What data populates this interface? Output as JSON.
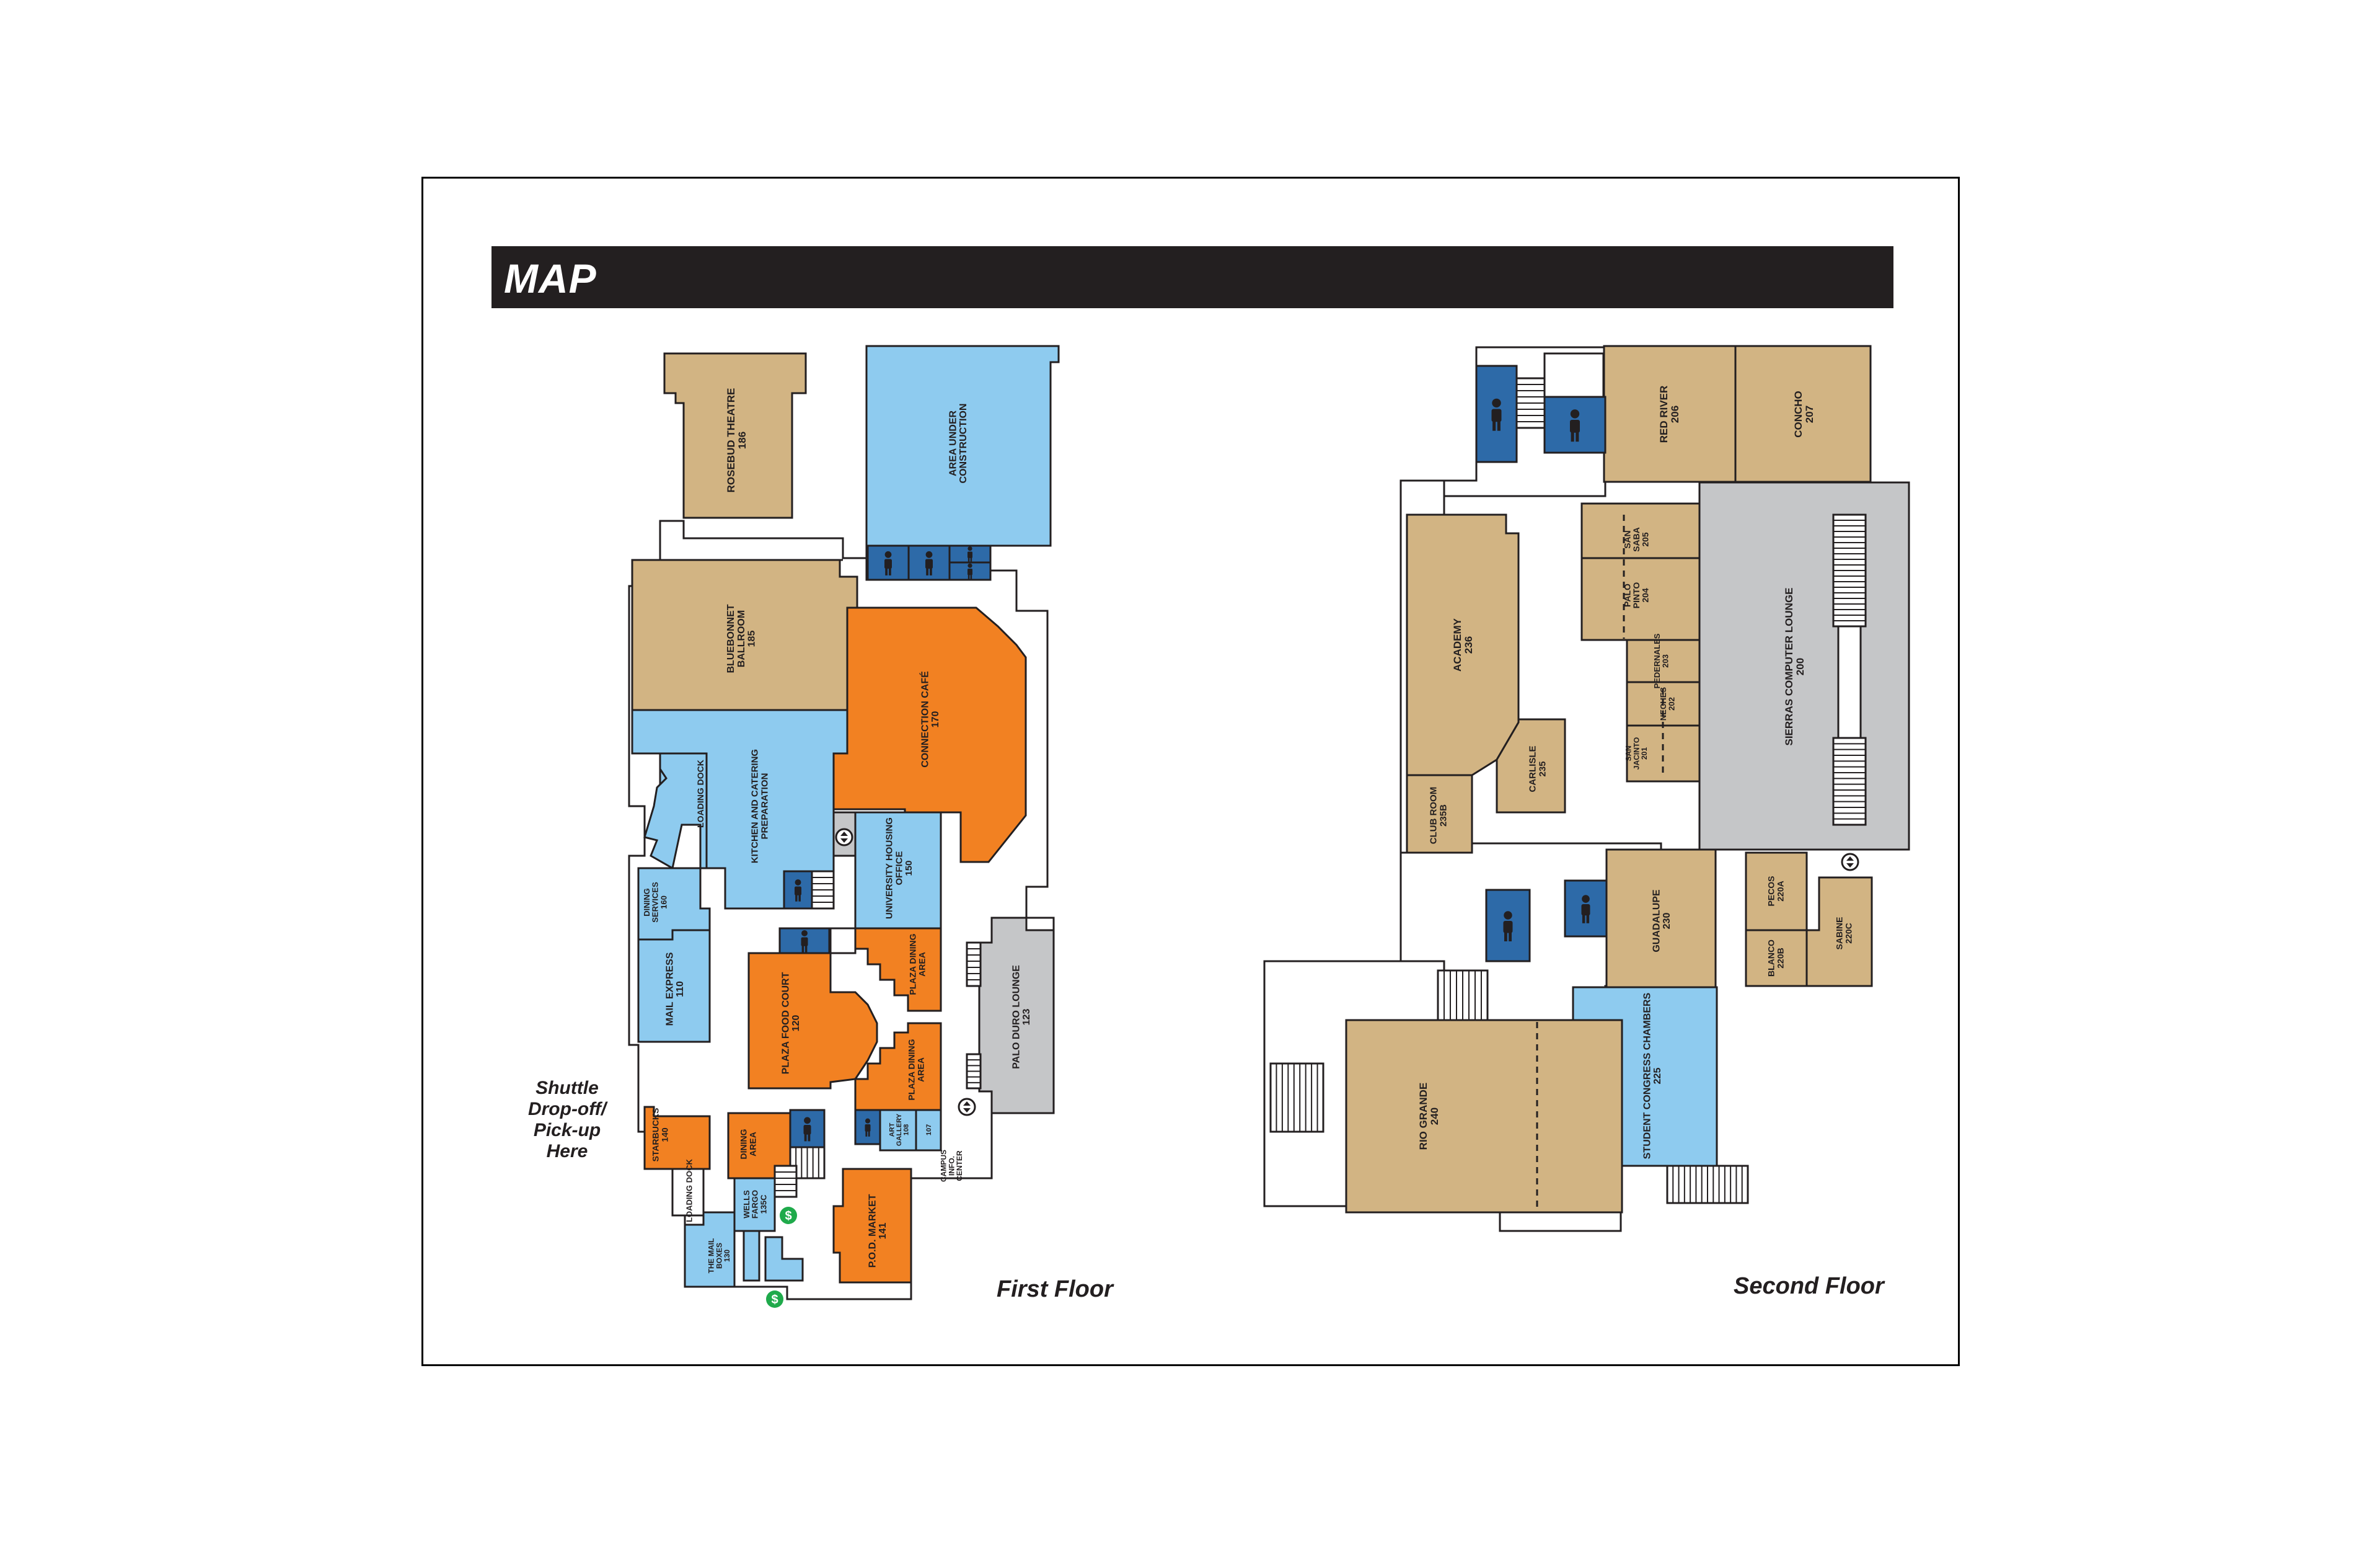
{
  "title": "MAP",
  "colors": {
    "meeting": "#d2b483",
    "service": "#8ecbef",
    "dining": "#f28122",
    "restroom": "#2d6aa8",
    "lounge": "#c5c6c8",
    "outline": "#231f20"
  },
  "first_floor": {
    "label": "First Floor",
    "shuttle_lines": [
      "Shuttle",
      "Drop-off/",
      "Pick-up",
      "Here"
    ],
    "rooms": {
      "rosebud": [
        "ROSEBUD THEATRE",
        "186"
      ],
      "construction": [
        "AREA UNDER",
        "CONSTRUCTION"
      ],
      "bluebonnet": [
        "BLUEBONNET",
        "BALLROOM",
        "185"
      ],
      "connection": [
        "CONNECTION CAFÉ",
        "170"
      ],
      "loading_dock_upper": [
        "LOADING DOCK"
      ],
      "kitchen": [
        "KITCHEN AND CATERING",
        "PREPARATION"
      ],
      "housing": [
        "UNIVERSITY HOUSING",
        "OFFICE",
        "150"
      ],
      "dining_services": [
        "DINING",
        "SERVICES",
        "160"
      ],
      "mail_express": [
        "MAIL EXPRESS",
        "110"
      ],
      "food_court": [
        "PLAZA FOOD COURT",
        "120"
      ],
      "plaza_dining_1": [
        "PLAZA DINING",
        "AREA"
      ],
      "plaza_dining_2": [
        "PLAZA DINING",
        "AREA"
      ],
      "palo_duro": [
        "PALO DURO LOUNGE",
        "123"
      ],
      "starbucks": [
        "STARBUCKS",
        "140"
      ],
      "dining_area": [
        "DINING",
        "AREA"
      ],
      "art_gallery": [
        "ART",
        "GALLERY",
        "108"
      ],
      "room_107": [
        "107"
      ],
      "campus_info": [
        "CAMPUS",
        "INFO.",
        "CENTER"
      ],
      "loading_dock_lower": [
        "LOADING DOCK"
      ],
      "wells_fargo": [
        "WELLS",
        "FARGO",
        "135C"
      ],
      "pod_market": [
        "P.O.D. MARKET",
        "141"
      ],
      "mail_boxes": [
        "THE MAIL",
        "BOXES",
        "130"
      ]
    }
  },
  "second_floor": {
    "label": "Second Floor",
    "rooms": {
      "red_river": [
        "RED RIVER",
        "206"
      ],
      "concho": [
        "CONCHO",
        "207"
      ],
      "san_saba": [
        "SAN",
        "SABA",
        "205"
      ],
      "palo_pinto": [
        "PALO",
        "PINTO",
        "204"
      ],
      "pedernales": [
        "PEDERNALES",
        "203"
      ],
      "neches": [
        "NECHES",
        "202"
      ],
      "san_jacinto": [
        "SAN",
        "JACINTO",
        "201"
      ],
      "sierras": [
        "SIERRAS COMPUTER LOUNGE",
        "200"
      ],
      "academy": [
        "ACADEMY",
        "236"
      ],
      "carlisle": [
        "CARLISLE",
        "235"
      ],
      "club_room": [
        "CLUB ROOM",
        "235B"
      ],
      "guadalupe": [
        "GUADALUPE",
        "230"
      ],
      "pecos": [
        "PECOS",
        "220A"
      ],
      "blanco": [
        "BLANCO",
        "220B"
      ],
      "sabine": [
        "SABINE",
        "220C"
      ],
      "rio_grande": [
        "RIO GRANDE",
        "240"
      ],
      "student_congress": [
        "STUDENT CONGRESS CHAMBERS",
        "225"
      ]
    }
  }
}
